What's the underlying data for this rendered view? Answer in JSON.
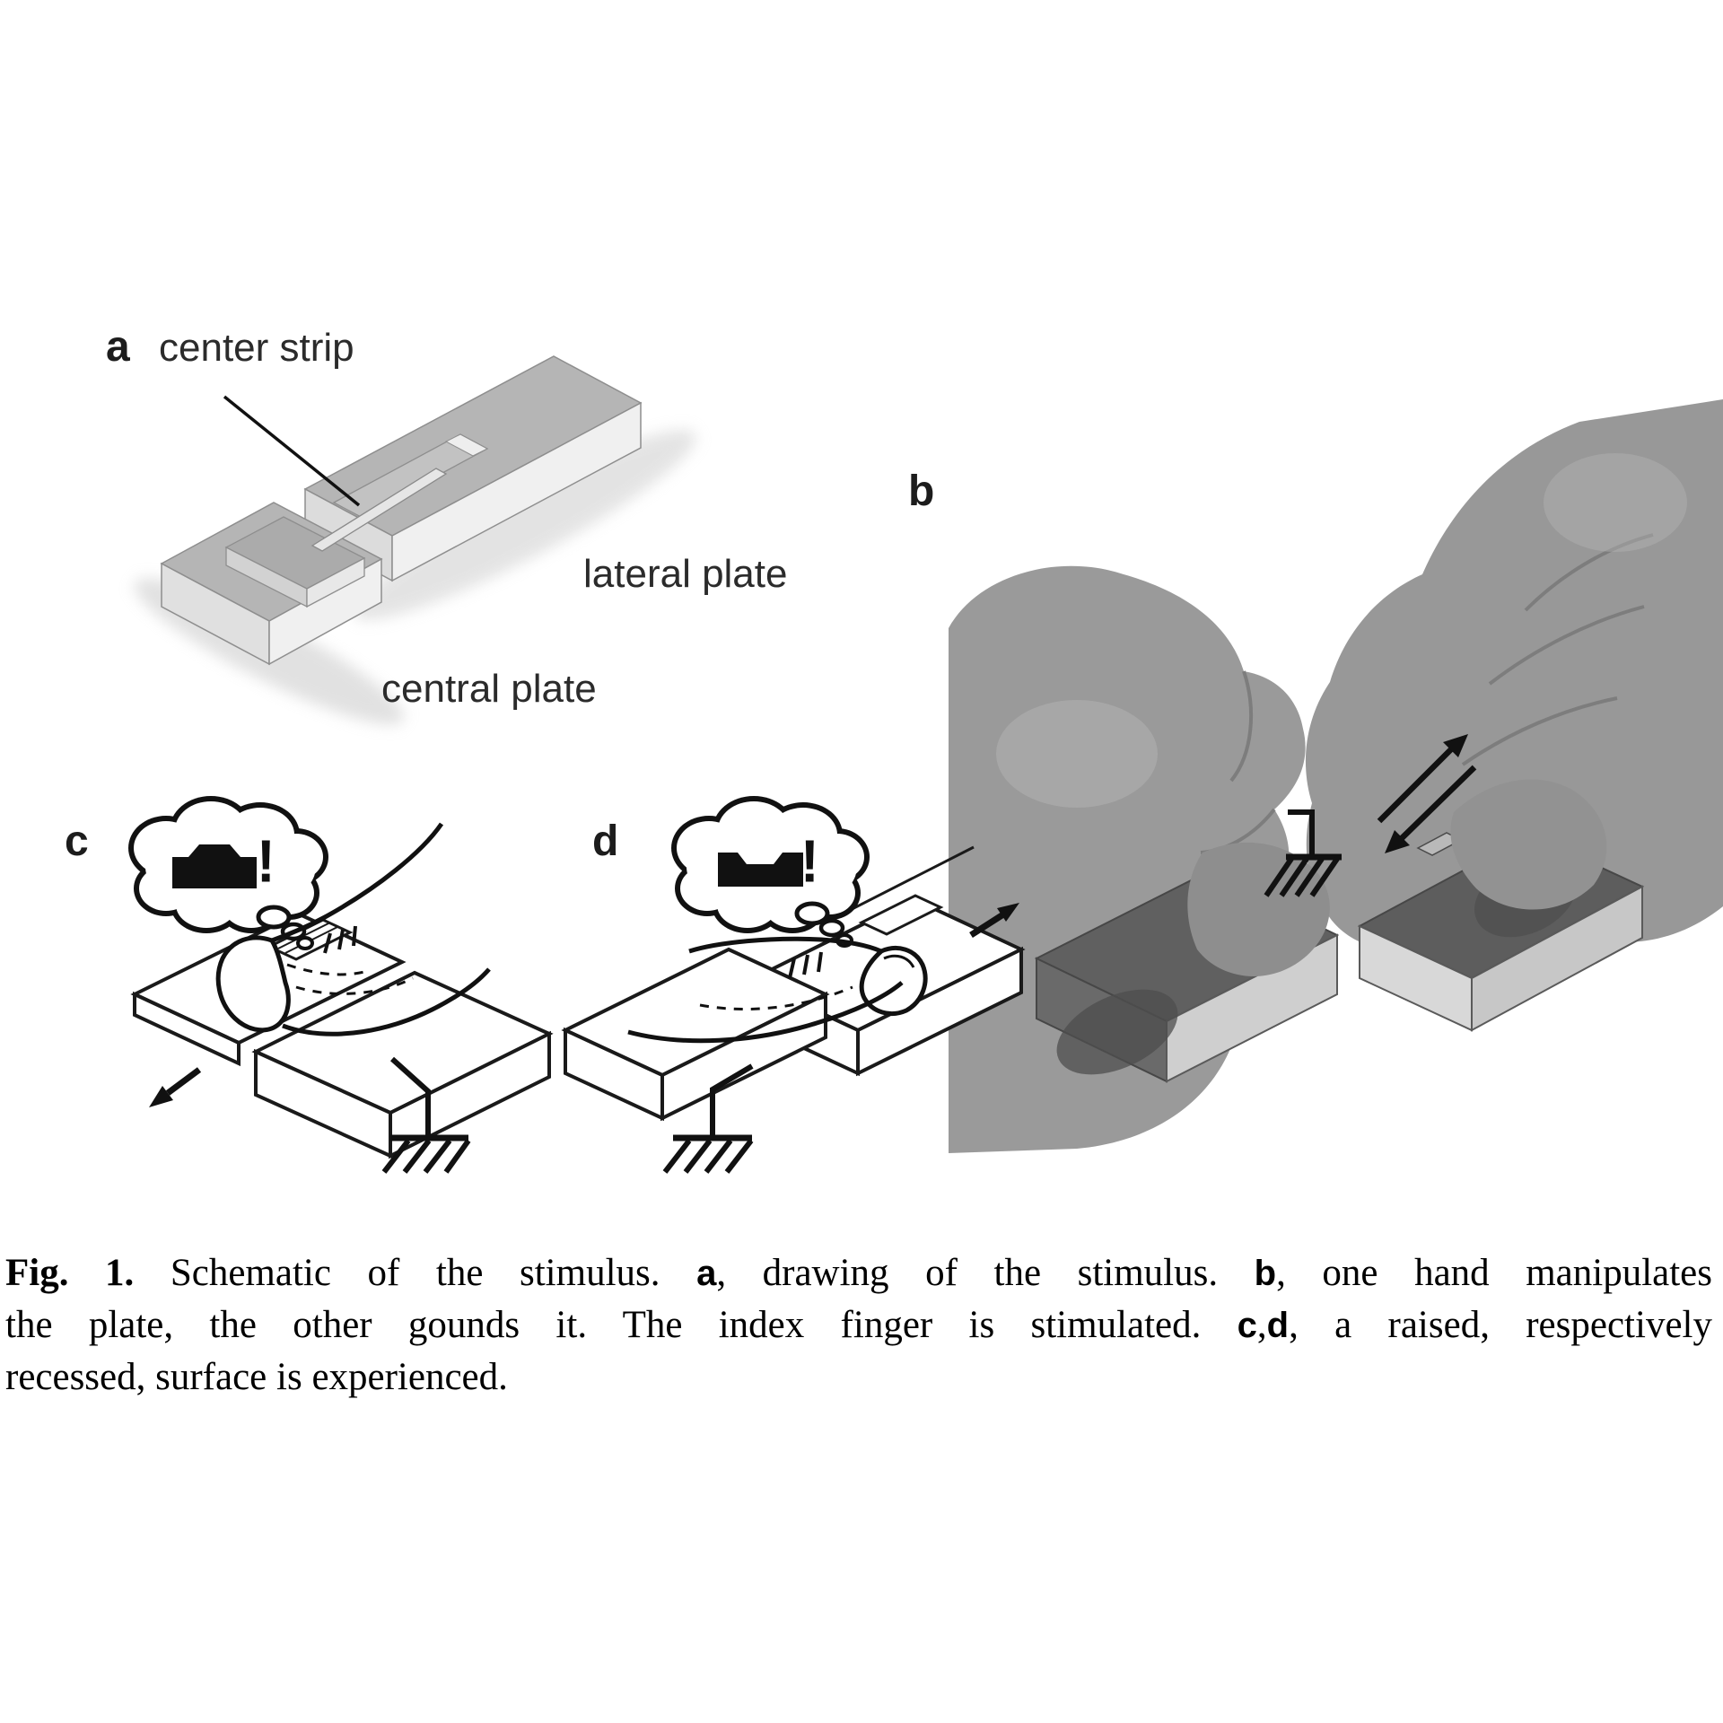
{
  "figure": {
    "panels": {
      "a": {
        "label": "a",
        "annotations": {
          "center_strip": "center strip",
          "lateral_plate": "lateral plate",
          "central_plate": "central plate"
        }
      },
      "b": {
        "label": "b"
      },
      "c": {
        "label": "c",
        "thought_exclamation": "!"
      },
      "d": {
        "label": "d",
        "thought_exclamation": "!"
      }
    },
    "caption": {
      "lines": [
        [
          {
            "t": "Fig. 1.",
            "s": "bf-serif"
          },
          {
            "t": " Schematic of the stimulus. ",
            "s": "serif"
          },
          {
            "t": "a",
            "s": "bf-sans"
          },
          {
            "t": ", drawing of the stimulus. ",
            "s": "serif"
          },
          {
            "t": "b",
            "s": "bf-sans"
          },
          {
            "t": ", one hand manipulates",
            "s": "serif"
          }
        ],
        [
          {
            "t": "the plate, the other gounds it. The index finger is stimulated. ",
            "s": "serif"
          },
          {
            "t": "c",
            "s": "bf-sans"
          },
          {
            "t": ",",
            "s": "serif"
          },
          {
            "t": "d",
            "s": "bf-sans"
          },
          {
            "t": ", a raised, respectively",
            "s": "serif"
          }
        ],
        [
          {
            "t": "recessed, surface is experienced.",
            "s": "serif"
          }
        ]
      ]
    },
    "icons": [
      "thought-bubble-icon",
      "raised-profile-icon",
      "recessed-profile-icon",
      "ground-symbol-icon",
      "arrow-sw-icon",
      "arrow-ne-icon",
      "double-arrow-icon",
      "leader-line"
    ],
    "colors": {
      "background": "#ffffff",
      "plate_top": "#b5b5b5",
      "plate_side_light": "#f0f0f0",
      "plate_side_mid": "#dcdcdc",
      "line_art": "#1a1a1a",
      "photo_hand": "#989898",
      "photo_plate_dark": "#5e5e5e",
      "photo_plate_light": "#cdcdcd"
    }
  }
}
